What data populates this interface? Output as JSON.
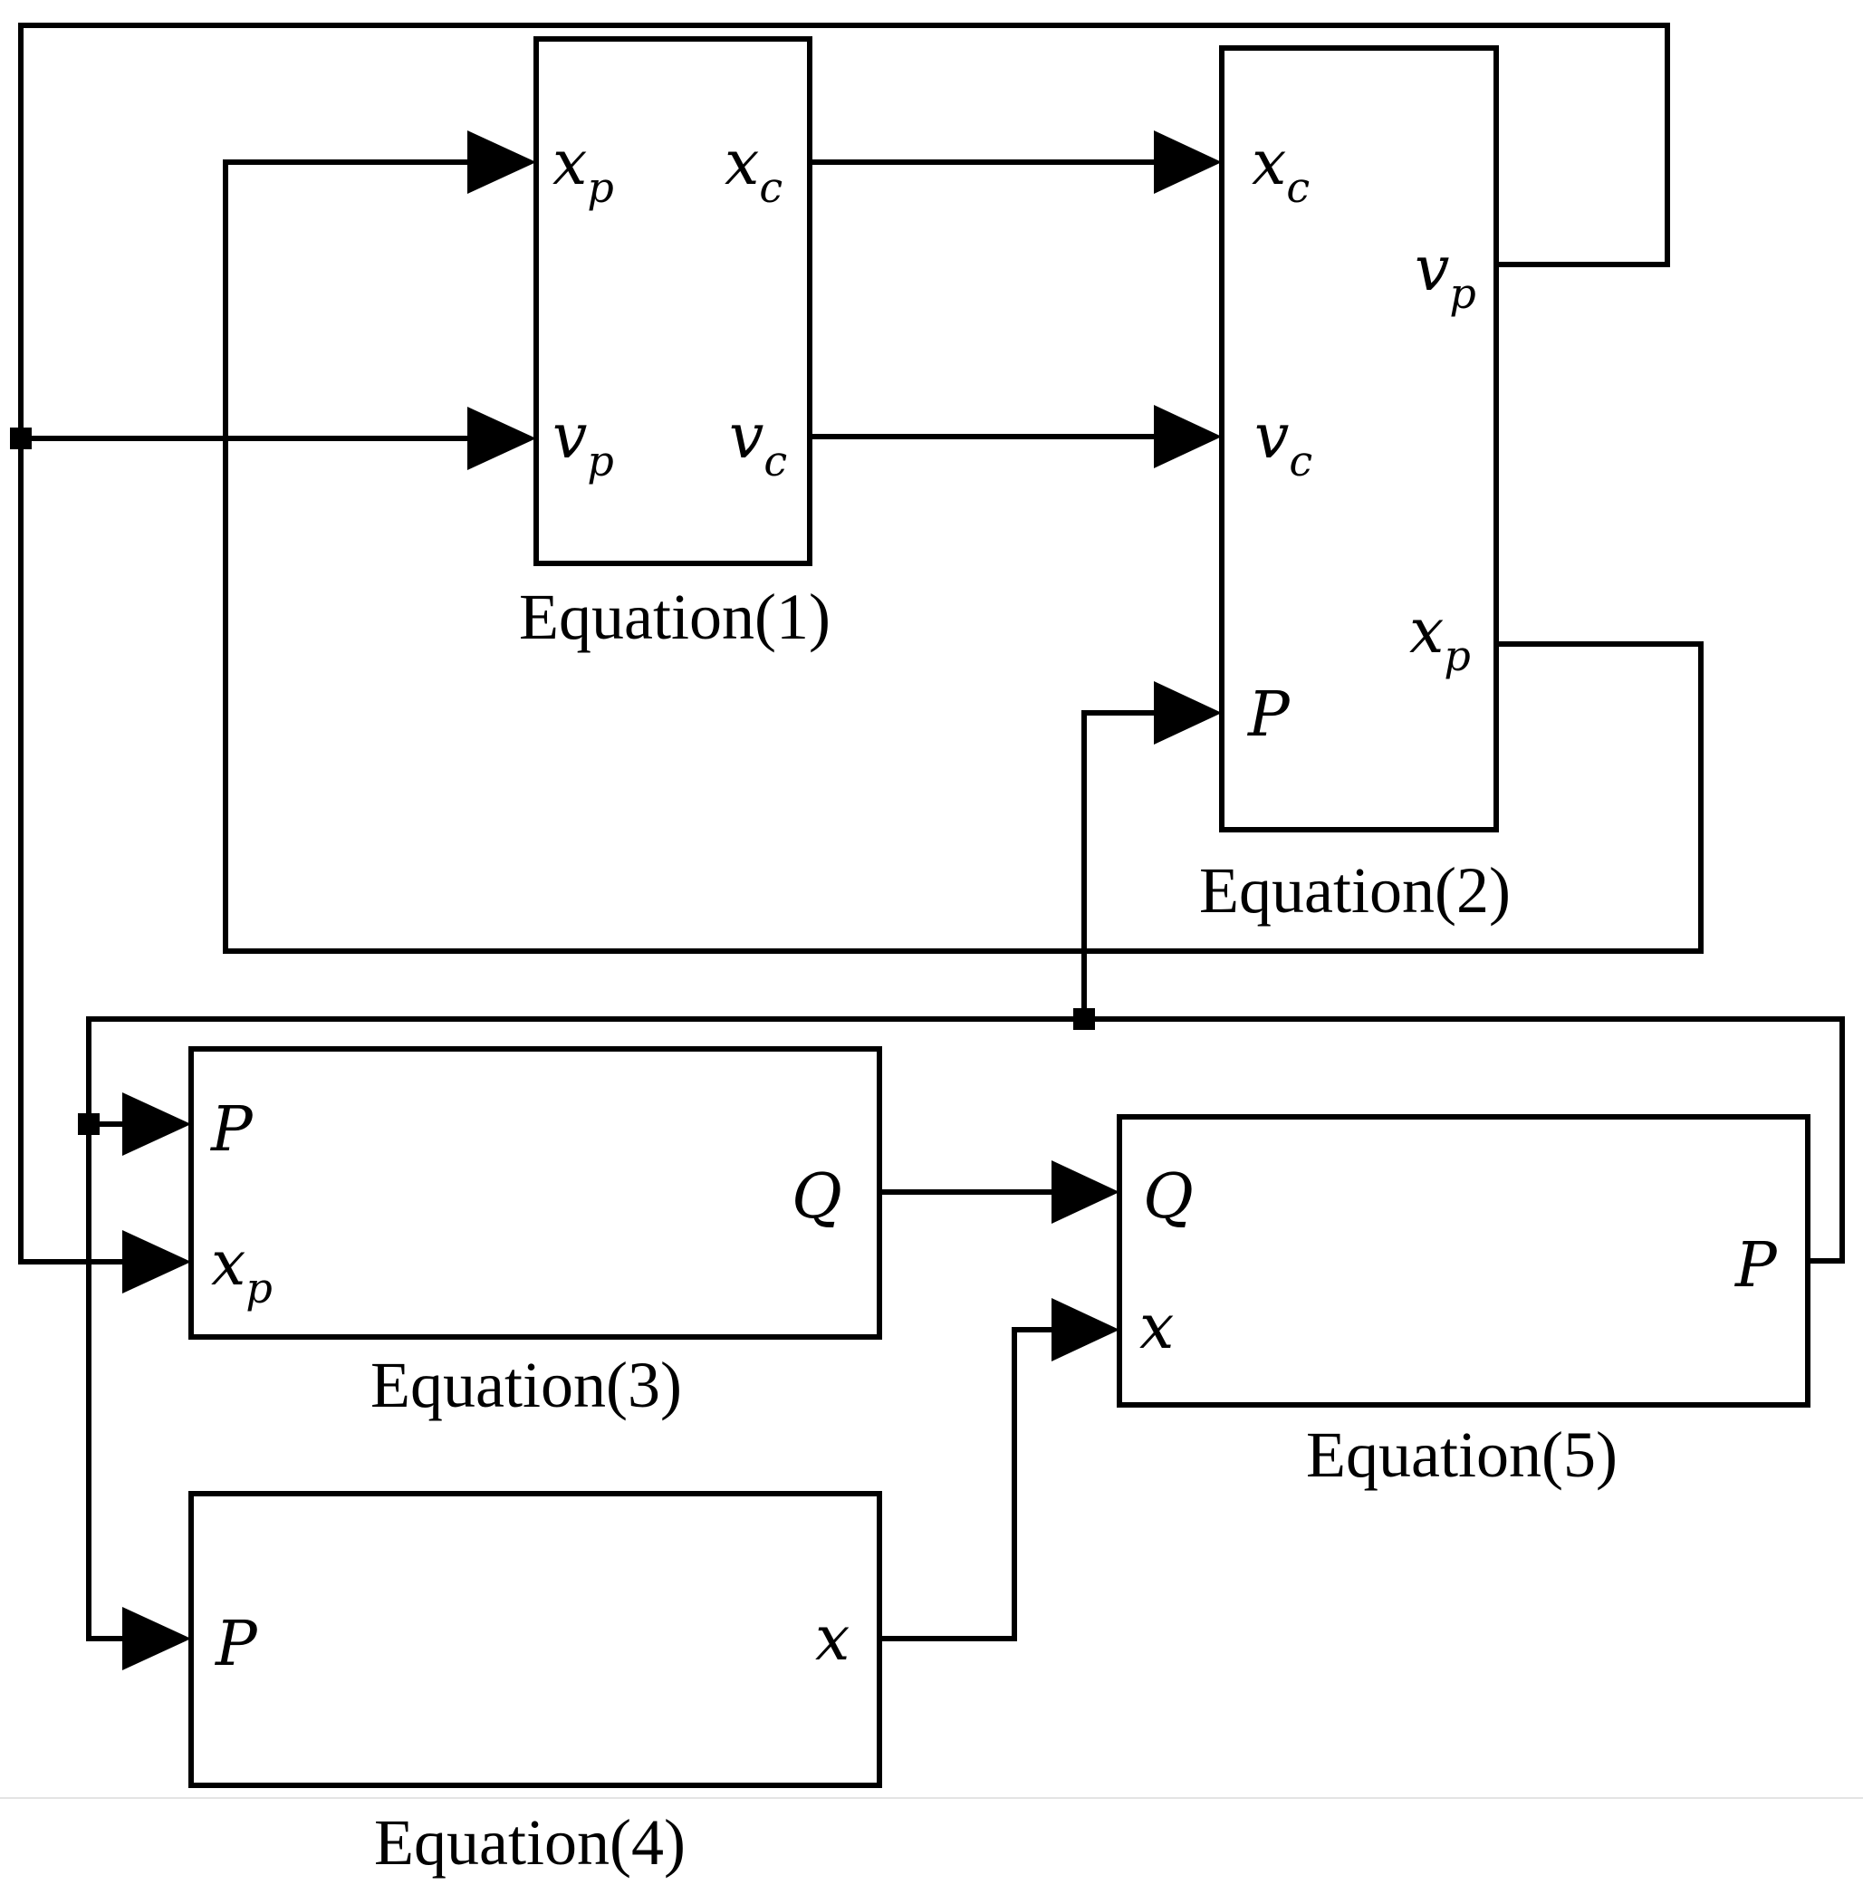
{
  "blocks": [
    {
      "id": "eq1",
      "caption": "Equation(1)",
      "inputs": [
        {
          "base": "x",
          "sub": "p"
        },
        {
          "base": "v",
          "sub": "p"
        }
      ],
      "outputs": [
        {
          "base": "x",
          "sub": "c"
        },
        {
          "base": "v",
          "sub": "c"
        }
      ]
    },
    {
      "id": "eq2",
      "caption": "Equation(2)",
      "inputs": [
        {
          "base": "x",
          "sub": "c"
        },
        {
          "base": "v",
          "sub": "c"
        },
        {
          "base": "P",
          "sub": ""
        }
      ],
      "outputs": [
        {
          "base": "v",
          "sub": "p"
        },
        {
          "base": "x",
          "sub": "p"
        }
      ]
    },
    {
      "id": "eq3",
      "caption": "Equation(3)",
      "inputs": [
        {
          "base": "P",
          "sub": ""
        },
        {
          "base": "x",
          "sub": "p"
        }
      ],
      "outputs": [
        {
          "base": "Q",
          "sub": ""
        }
      ]
    },
    {
      "id": "eq4",
      "caption": "Equation(4)",
      "inputs": [
        {
          "base": "P",
          "sub": ""
        }
      ],
      "outputs": [
        {
          "base": "x",
          "sub": ""
        }
      ]
    },
    {
      "id": "eq5",
      "caption": "Equation(5)",
      "inputs": [
        {
          "base": "Q",
          "sub": ""
        },
        {
          "base": "x",
          "sub": ""
        }
      ],
      "outputs": [
        {
          "base": "P",
          "sub": ""
        }
      ]
    }
  ],
  "connections": [
    {
      "from": "eq1.xc",
      "to": "eq2.xc"
    },
    {
      "from": "eq1.vc",
      "to": "eq2.vc"
    },
    {
      "from": "eq2.vp",
      "to": "eq1.vp"
    },
    {
      "from": "eq2.vp",
      "to": "eq3.xp"
    },
    {
      "from": "eq2.xp",
      "to": "eq1.xp"
    },
    {
      "from": "eq3.Q",
      "to": "eq5.Q"
    },
    {
      "from": "eq4.x",
      "to": "eq5.x"
    },
    {
      "from": "eq5.P",
      "to": "eq2.P"
    },
    {
      "from": "eq5.P",
      "to": "eq3.P"
    },
    {
      "from": "eq5.P",
      "to": "eq4.P"
    }
  ]
}
